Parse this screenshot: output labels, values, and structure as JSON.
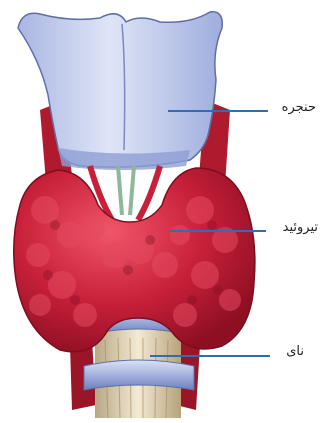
{
  "labels": {
    "larynx": "حنجره",
    "thyroid": "تیروئید",
    "trachea": "نای"
  },
  "colors": {
    "leader_line": "#2f6fb0",
    "thyroid_fill": "#c8203a",
    "cartilage_fill": "#c9d3f0",
    "trachea_fill": "#e9dcc0"
  }
}
